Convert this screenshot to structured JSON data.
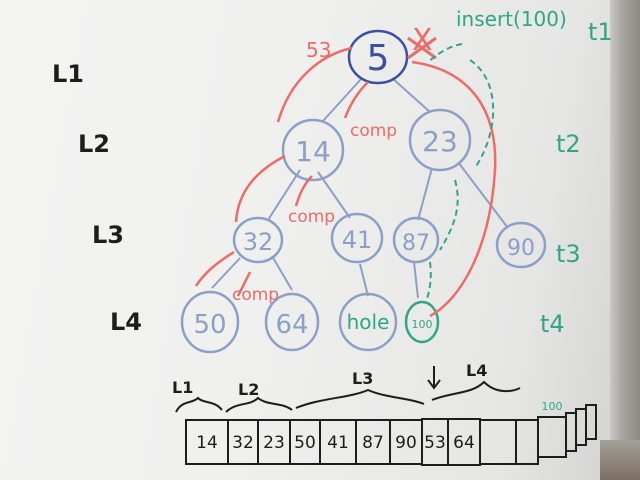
{
  "levels": [
    "L1",
    "L2",
    "L3",
    "L4"
  ],
  "times": [
    "t1",
    "t2",
    "t3",
    "t4"
  ],
  "insert_note": "insert(100)",
  "cross_mark": "X",
  "compare_label": "comp",
  "old_value_note": "53",
  "tree_nodes": [
    "5",
    "14",
    "23",
    "32",
    "41",
    "87",
    "90",
    "50",
    "64",
    "hole",
    "100"
  ],
  "array_group_labels": [
    "L1",
    "L2",
    "L3",
    "L4"
  ],
  "array_cells": [
    "14",
    "32",
    "23",
    "50",
    "41",
    "87",
    "90",
    "53",
    "64",
    "",
    "",
    "100",
    "",
    "",
    ""
  ],
  "colors": {
    "blue_marker": "#6f86b8",
    "dark_blue_marker": "#3850a6",
    "red_marker": "#ee6b67",
    "green_marker": "#2fa58a",
    "black_marker": "#1d1d1d"
  }
}
